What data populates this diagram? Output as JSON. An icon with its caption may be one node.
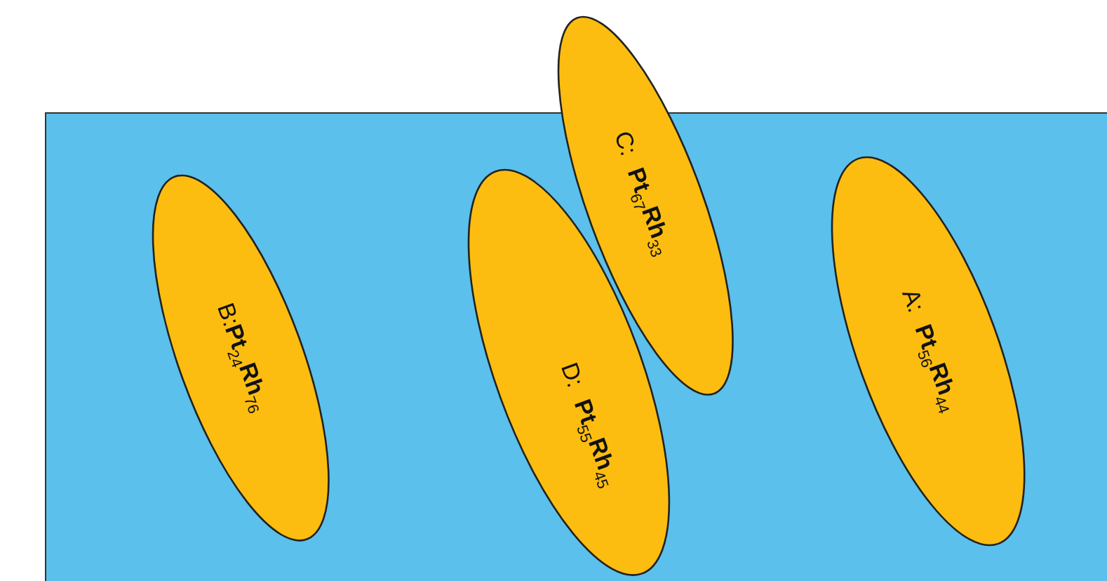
{
  "diagram": {
    "nodes": [
      {
        "text": [
          "B:**Pt**$_{24}$**Rh**$_{76}$"
        ]
      },
      {
        "text": [
          "D: **Pt**$_{55}$**Rh**$_{45}$"
        ]
      },
      {
        "text": [
          "C: **Pt**$_{67}$**Rh**$_{33}$"
        ]
      },
      {
        "text": [
          "A: **Pt**$_{56}$**Rh**$_{44}$"
        ]
      }
    ]
  }
}
